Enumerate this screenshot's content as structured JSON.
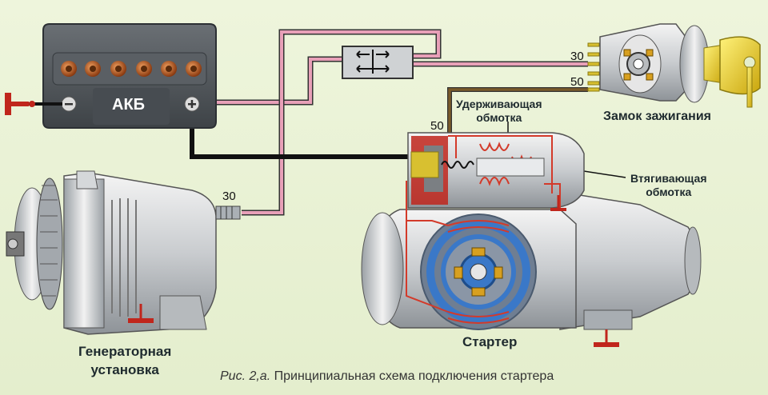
{
  "labels": {
    "battery": "АКБ",
    "ignition_switch": "Замок зажигания",
    "holding_winding_line1": "Удерживающая",
    "holding_winding_line2": "обмотка",
    "pull_in_winding_line1": "Втягивающая",
    "pull_in_winding_line2": "обмотка",
    "generator_line1": "Генераторная",
    "generator_line2": "установка",
    "starter": "Стартер"
  },
  "terminals": {
    "ignition_30": "30",
    "ignition_50": "50",
    "starter_50": "50",
    "generator_30": "30"
  },
  "caption": {
    "prefix": "Рис. 2,а.",
    "text": " Принципиальная схема подключения стартера"
  },
  "colors": {
    "wire_pink": "#e8a0b8",
    "wire_black": "#111111",
    "wire_brown": "#7a5a2a",
    "winding_red": "#d33a2a",
    "ground_red": "#c0261c",
    "battery_body": "#4e5358",
    "key_yellow": "#e8c81a"
  }
}
